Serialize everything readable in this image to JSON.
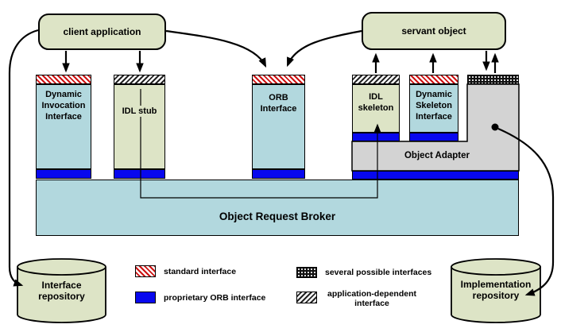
{
  "nodes": {
    "client_application": "client application",
    "servant_object": "servant object",
    "dynamic_invocation_interface": "Dynamic Invocation Interface",
    "idl_stub": "IDL stub",
    "orb_interface": "ORB Interface",
    "idl_skeleton": "IDL skeleton",
    "dynamic_skeleton_interface": "Dynamic Skeleton Interface",
    "object_adapter": "Object Adapter",
    "object_request_broker": "Object Request Broker",
    "interface_repository": "Interface repository",
    "implementation_repository": "Implementation repository"
  },
  "legend": {
    "standard_interface": "standard interface",
    "proprietary_orb_interface": "proprietary ORB interface",
    "several_possible_interfaces": "several possible interfaces",
    "application_dependent_interface": "application-dependent interface"
  },
  "colors": {
    "box_olive": "#dde4c6",
    "box_light_blue": "#b2d8de",
    "proprietary_bar_blue": "#0808ee",
    "object_adapter_gray": "#d3d3d3",
    "standard_hatch_red": "#cc1111"
  }
}
